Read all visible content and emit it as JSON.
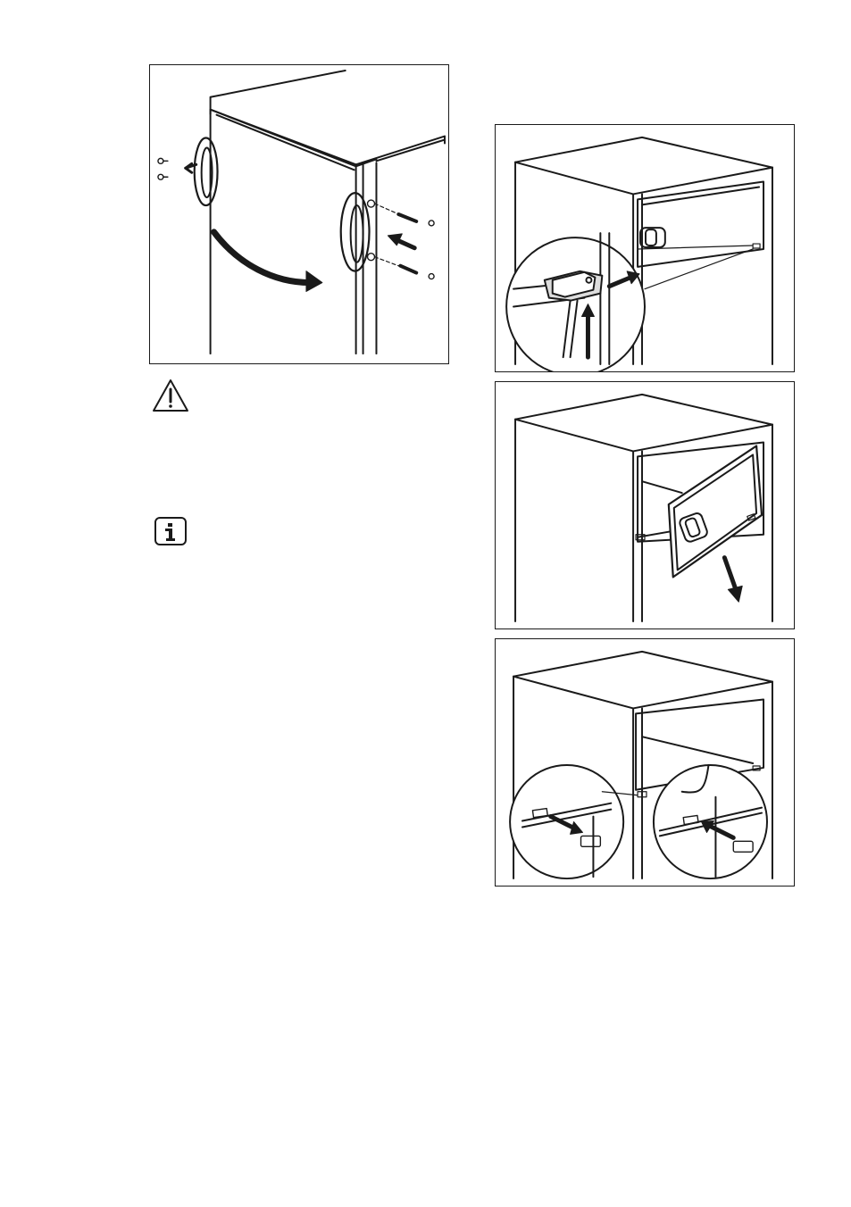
{
  "page": {
    "icons": {
      "warning": "warning-triangle-icon",
      "info": "info-icon"
    },
    "figures": [
      "door-handle-reversal",
      "freezer-compartment-latch",
      "freezer-compartment-door-removal",
      "hinge-hole-plugs"
    ]
  }
}
